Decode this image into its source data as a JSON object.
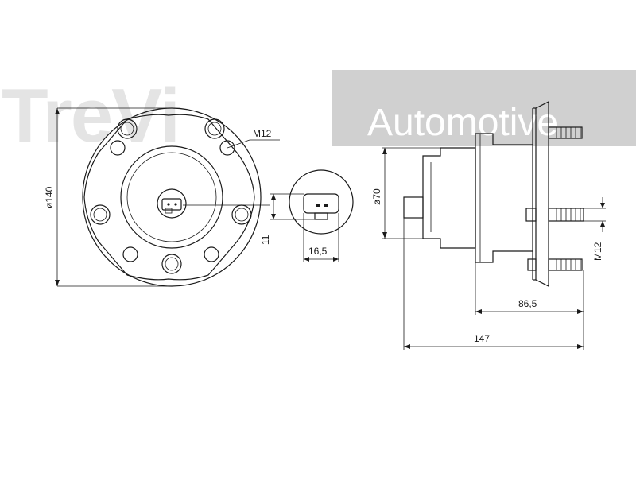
{
  "watermark": {
    "brand": "TreVi",
    "tagline": "Automotive",
    "band_color": "#d0d0d0",
    "text_color": "#e4e4e4"
  },
  "dimensions": {
    "hub_diameter": "ø140",
    "stud_thread_front": "M12",
    "connector_height": "11",
    "connector_width": "16,5",
    "bearing_diameter": "ø70",
    "stud_thread_side": "M12",
    "flange_to_end": "86,5",
    "overall_length": "147"
  }
}
